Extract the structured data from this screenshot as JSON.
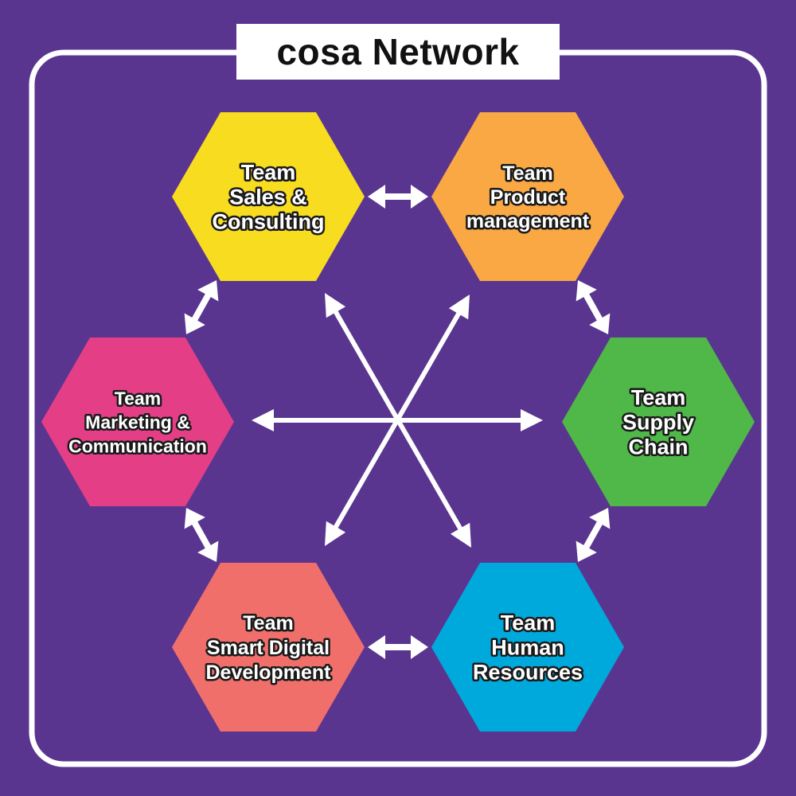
{
  "title": "cosa Network",
  "colors": {
    "background": "#5a3590",
    "frame": "#ffffff",
    "arrow": "#ffffff",
    "label_fill": "#ffffff",
    "label_outline": "#1a1a1a"
  },
  "teams": [
    {
      "id": "sales",
      "lines": [
        "Team",
        "Sales &",
        "Consulting"
      ],
      "color": "#f7dc1f"
    },
    {
      "id": "product",
      "lines": [
        "Team",
        "Product",
        "management"
      ],
      "color": "#f9a843"
    },
    {
      "id": "supply",
      "lines": [
        "Team",
        "Supply",
        "Chain"
      ],
      "color": "#4fb848"
    },
    {
      "id": "hr",
      "lines": [
        "Team",
        "Human",
        "Resources"
      ],
      "color": "#00a9dc"
    },
    {
      "id": "digital",
      "lines": [
        "Team",
        "Smart Digital",
        "Development"
      ],
      "color": "#f06f6b"
    },
    {
      "id": "marketing",
      "lines": [
        "Team",
        "Marketing &",
        "Communication"
      ],
      "color": "#e33e86"
    }
  ],
  "connections": {
    "ring": [
      [
        "sales",
        "product"
      ],
      [
        "product",
        "supply"
      ],
      [
        "supply",
        "hr"
      ],
      [
        "hr",
        "digital"
      ],
      [
        "digital",
        "marketing"
      ],
      [
        "marketing",
        "sales"
      ]
    ],
    "center": [
      [
        "sales",
        "hr"
      ],
      [
        "product",
        "digital"
      ],
      [
        "marketing",
        "supply"
      ]
    ]
  }
}
